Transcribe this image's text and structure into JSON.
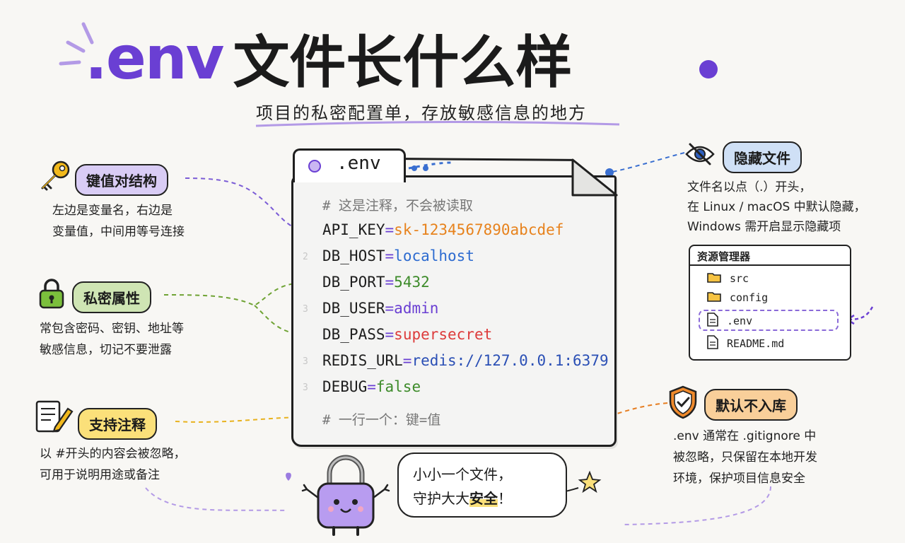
{
  "title": {
    "env": ".env",
    "rest": "文件长什么样"
  },
  "subtitle": "项目的私密配置单，存放敏感信息的地方",
  "file_tab": ".env",
  "code": {
    "comment_top": "# 这是注释，不会被读取",
    "lines": [
      {
        "key": "API_KEY",
        "eq": "=",
        "value": "sk-1234567890abcdef"
      },
      {
        "key": "DB_HOST",
        "eq": "=",
        "value": "localhost"
      },
      {
        "key": "DB_PORT",
        "eq": "=",
        "value": "5432"
      },
      {
        "key": "DB_USER",
        "eq": "=",
        "value": "admin"
      },
      {
        "key": "DB_PASS",
        "eq": "=",
        "value": "supersecret"
      },
      {
        "key": "REDIS_URL",
        "eq": "=",
        "value": "redis://127.0.0.1:6379"
      },
      {
        "key": "DEBUG",
        "eq": "=",
        "value": "false"
      }
    ],
    "line_numbers": [
      "2",
      "3",
      "3",
      "3"
    ],
    "comment_bottom": "# 一行一个：键=值"
  },
  "left_notes": [
    {
      "label": "键值对结构",
      "desc": [
        "左边是变量名，右边是",
        "变量值，中间用等号连接"
      ],
      "icon": "key-icon"
    },
    {
      "label": "私密属性",
      "desc": [
        "常包含密码、密钥、地址等",
        "敏感信息，切记不要泄露"
      ],
      "icon": "lock-icon"
    },
    {
      "label": "支持注释",
      "desc": [
        "以 #开头的内容会被忽略，",
        "可用于说明用途或备注"
      ],
      "icon": "note-pencil-icon"
    }
  ],
  "right_notes": [
    {
      "label": "隐藏文件",
      "desc": [
        "文件名以点（.）开头，",
        "在 Linux / macOS 中默认隐藏，",
        "Windows 需开启显示隐藏项"
      ],
      "icon": "eye-slash-icon"
    },
    {
      "label": "默认不入库",
      "desc": [
        ".env 通常在 .gitignore 中",
        "被忽略，只保留在本地开发",
        "环境，保护项目信息安全"
      ],
      "icon": "shield-check-icon"
    }
  ],
  "explorer": {
    "title": "资源管理器",
    "items": [
      {
        "name": "src",
        "icon": "folder-icon"
      },
      {
        "name": "config",
        "icon": "folder-icon"
      },
      {
        "name": ".env",
        "icon": "file-icon"
      },
      {
        "name": "README.md",
        "icon": "file-icon"
      }
    ]
  },
  "bubble": {
    "line1": "小小一个文件，",
    "line2_pre": "守护大大",
    "line2_mark": "安全",
    "line2_post": "！"
  },
  "colors": {
    "accent": "#6a3fd3",
    "purple_pill": "#d9ccf5",
    "green_pill": "#cfe5b4",
    "yellow_pill": "#fbe07a",
    "blue_pill": "#cfe0f6",
    "orange_pill": "#f9cf9a"
  }
}
